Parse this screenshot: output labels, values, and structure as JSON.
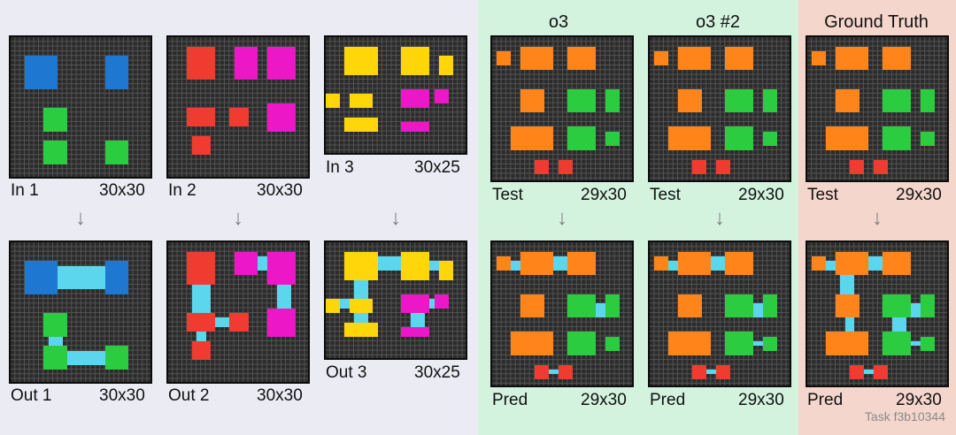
{
  "colors": {
    "blue": "#1e78d2",
    "green": "#2ccc40",
    "red": "#f03c30",
    "magenta": "#ec18c8",
    "yellow": "#ffd60a",
    "orange": "#ff851b",
    "cyan": "#5cd6ec",
    "grid_bg": "#2b2b2b",
    "grid_line": "#545454",
    "model_panel_bg": "#d4f3df",
    "truth_panel_bg": "#f4d6cc"
  },
  "header": {
    "o3_label": "o3",
    "o3_2_label": "o3 #2",
    "truth_label": "Ground Truth"
  },
  "examples": [
    {
      "in_label": "In 1",
      "in_size": "30x30",
      "out_label": "Out 1",
      "out_size": "30x30"
    },
    {
      "in_label": "In 2",
      "in_size": "30x30",
      "out_label": "Out 2",
      "out_size": "30x30"
    },
    {
      "in_label": "In 3",
      "in_size": "30x25",
      "out_label": "Out 3",
      "out_size": "30x25"
    }
  ],
  "columns": [
    {
      "test_label": "Test",
      "test_size": "29x30",
      "pred_label": "Pred",
      "pred_size": "29x30"
    },
    {
      "test_label": "Test",
      "test_size": "29x30",
      "pred_label": "Pred",
      "pred_size": "29x30"
    },
    {
      "test_label": "Test",
      "test_size": "29x30",
      "pred_label": "Pred",
      "pred_size": "29x30"
    }
  ],
  "arrow_glyph": "↓",
  "footer": {
    "task_label": "Task f3b10344"
  }
}
